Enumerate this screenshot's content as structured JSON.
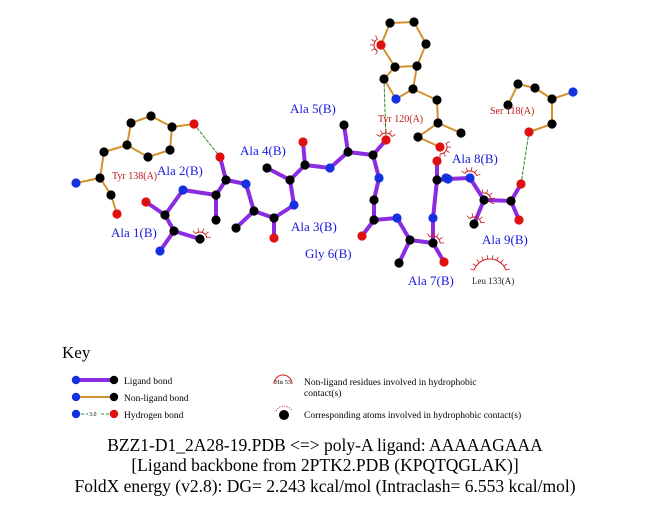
{
  "ligand_residues": [
    "Ala 1(B)",
    "Ala 2(B)",
    "Ala 3(B)",
    "Ala 4(B)",
    "Ala 5(B)",
    "Gly 6(B)",
    "Ala 7(B)",
    "Ala 8(B)",
    "Ala 9(B)"
  ],
  "nonligand_residues": [
    "Tyr 138(A)",
    "Tyr 120(A)",
    "Ser 118(A)"
  ],
  "hydrophobic_residues": [
    "Leu 133(A)"
  ],
  "colors": {
    "ligand_bond": "#8b2be2",
    "nonligand_bond": "#d4922c",
    "hbond": "#2e8b2e",
    "oxygen": "#e01010",
    "nitrogen": "#1530e0",
    "carbon": "#000000",
    "hydrophobic_arc": "#cc1a1a"
  },
  "key": {
    "title": "Key",
    "ligand_bond": "Ligand bond",
    "nonligand_bond": "Non-ligand bond",
    "hbond": "Hydrogen bond",
    "hbond_distance": "3.0",
    "example_residue": "His 53",
    "nonligand_hydrophobic_line1": "Non-ligand residues involved in hydrophobic",
    "nonligand_hydrophobic_line2": "contact(s)",
    "corresponding_atoms": "Corresponding atoms involved in hydrophobic contact(s)"
  },
  "caption": {
    "line1": "BZZ1-D1_2A28-19.PDB <=> poly-A ligand: AAAAAGAAA",
    "line2": "[Ligand backbone from 2PTK2.PDB (KPQTQGLAK)]",
    "line3": "FoldX energy (v2.8): DG= 2.243 kcal/mol (Intraclash= 6.553 kcal/mol)"
  }
}
